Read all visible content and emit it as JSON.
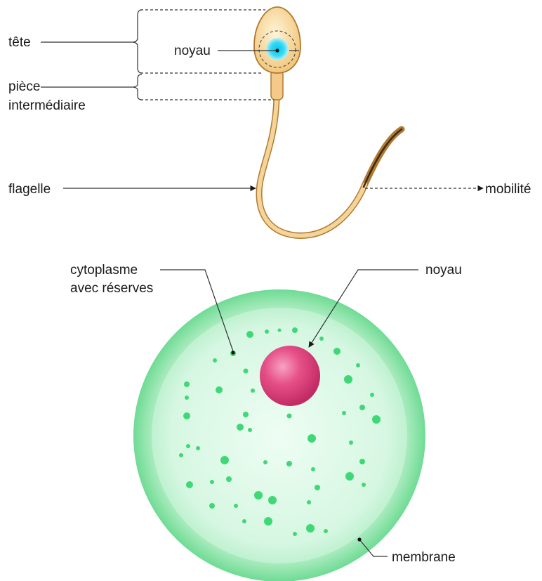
{
  "sperm": {
    "labels": {
      "head": "tête",
      "nucleus": "noyau",
      "midpiece_line1": "pièce",
      "midpiece_line2": "intermédiaire",
      "flagellum": "flagelle",
      "mobility": "mobilité"
    }
  },
  "ovum": {
    "labels": {
      "cytoplasm_line1": "cytoplasme",
      "cytoplasm_line2": "avec réserves",
      "nucleus": "noyau",
      "membrane": "membrane"
    }
  },
  "colors": {
    "sperm_body": "#f5d49a",
    "sperm_outline": "#b07a30",
    "sperm_nucleus": "#2fd6f0",
    "ovum_membrane": "#7fe0a0",
    "ovum_cytoplasm": "#d9f7e3",
    "ovum_granules": "#3fd877",
    "ovum_nucleus": "#e0457a"
  }
}
